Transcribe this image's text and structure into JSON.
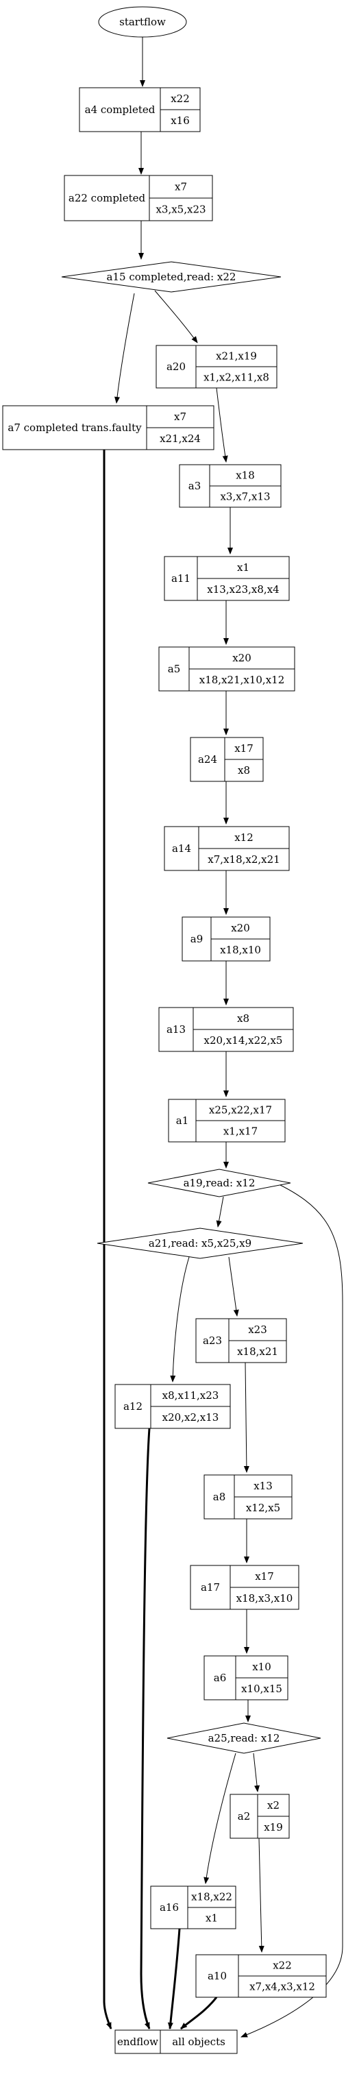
{
  "start": {
    "label": "startflow"
  },
  "records": [
    {
      "id": "a4",
      "left": "a4 completed",
      "top": "x22",
      "bottom": "x16"
    },
    {
      "id": "a22",
      "left": "a22 completed",
      "top": "x7",
      "bottom": "x3,x5,x23"
    },
    {
      "id": "a20",
      "left": "a20",
      "top": "x21,x19",
      "bottom": "x1,x2,x11,x8"
    },
    {
      "id": "a7",
      "left": "a7 completed trans.faulty",
      "top": "x7",
      "bottom": "x21,x24"
    },
    {
      "id": "a3",
      "left": "a3",
      "top": "x18",
      "bottom": "x3,x7,x13"
    },
    {
      "id": "a11",
      "left": "a11",
      "top": "x1",
      "bottom": "x13,x23,x8,x4"
    },
    {
      "id": "a5",
      "left": "a5",
      "top": "x20",
      "bottom": "x18,x21,x10,x12"
    },
    {
      "id": "a24",
      "left": "a24",
      "top": "x17",
      "bottom": "x8"
    },
    {
      "id": "a14",
      "left": "a14",
      "top": "x12",
      "bottom": "x7,x18,x2,x21"
    },
    {
      "id": "a9",
      "left": "a9",
      "top": "x20",
      "bottom": "x18,x10"
    },
    {
      "id": "a13",
      "left": "a13",
      "top": "x8",
      "bottom": "x20,x14,x22,x5"
    },
    {
      "id": "a1",
      "left": "a1",
      "top": "x25,x22,x17",
      "bottom": "x1,x17"
    },
    {
      "id": "a23",
      "left": "a23",
      "top": "x23",
      "bottom": "x18,x21"
    },
    {
      "id": "a12",
      "left": "a12",
      "top": "x8,x11,x23",
      "bottom": "x20,x2,x13"
    },
    {
      "id": "a8",
      "left": "a8",
      "top": "x13",
      "bottom": "x12,x5"
    },
    {
      "id": "a17",
      "left": "a17",
      "top": "x17",
      "bottom": "x18,x3,x10"
    },
    {
      "id": "a6",
      "left": "a6",
      "top": "x10",
      "bottom": "x10,x15"
    },
    {
      "id": "a2",
      "left": "a2",
      "top": "x2",
      "bottom": "x19"
    },
    {
      "id": "a16",
      "left": "a16",
      "top": "x18,x22",
      "bottom": "x1"
    },
    {
      "id": "a10",
      "left": "a10",
      "top": "x22",
      "bottom": "x7,x4,x3,x12"
    }
  ],
  "decisions": [
    {
      "id": "a15",
      "label": "a15 completed,read: x22"
    },
    {
      "id": "a19",
      "label": "a19,read: x12"
    },
    {
      "id": "a21",
      "label": "a21,read: x5,x25,x9"
    },
    {
      "id": "a25",
      "label": "a25,read: x12"
    }
  ],
  "end": {
    "left": "endflow",
    "right": "all objects"
  },
  "edges": [
    {
      "from": "start",
      "to": "a4"
    },
    {
      "from": "a4",
      "to": "a22"
    },
    {
      "from": "a22",
      "to": "a15"
    },
    {
      "from": "a15",
      "to": "a7"
    },
    {
      "from": "a15",
      "to": "a20"
    },
    {
      "from": "a20",
      "to": "a3"
    },
    {
      "from": "a3",
      "to": "a11"
    },
    {
      "from": "a11",
      "to": "a5"
    },
    {
      "from": "a5",
      "to": "a24"
    },
    {
      "from": "a24",
      "to": "a14"
    },
    {
      "from": "a14",
      "to": "a9"
    },
    {
      "from": "a9",
      "to": "a13"
    },
    {
      "from": "a13",
      "to": "a1"
    },
    {
      "from": "a1",
      "to": "a19"
    },
    {
      "from": "a19",
      "to": "a21"
    },
    {
      "from": "a19",
      "to": "end"
    },
    {
      "from": "a21",
      "to": "a12"
    },
    {
      "from": "a21",
      "to": "a23"
    },
    {
      "from": "a23",
      "to": "a8"
    },
    {
      "from": "a8",
      "to": "a17"
    },
    {
      "from": "a17",
      "to": "a6"
    },
    {
      "from": "a6",
      "to": "a25"
    },
    {
      "from": "a25",
      "to": "a16"
    },
    {
      "from": "a25",
      "to": "a2"
    },
    {
      "from": "a2",
      "to": "a10"
    },
    {
      "from": "a7",
      "to": "end",
      "bold": true
    },
    {
      "from": "a12",
      "to": "end",
      "bold": true
    },
    {
      "from": "a16",
      "to": "end",
      "bold": true
    },
    {
      "from": "a10",
      "to": "end",
      "bold": true
    }
  ]
}
